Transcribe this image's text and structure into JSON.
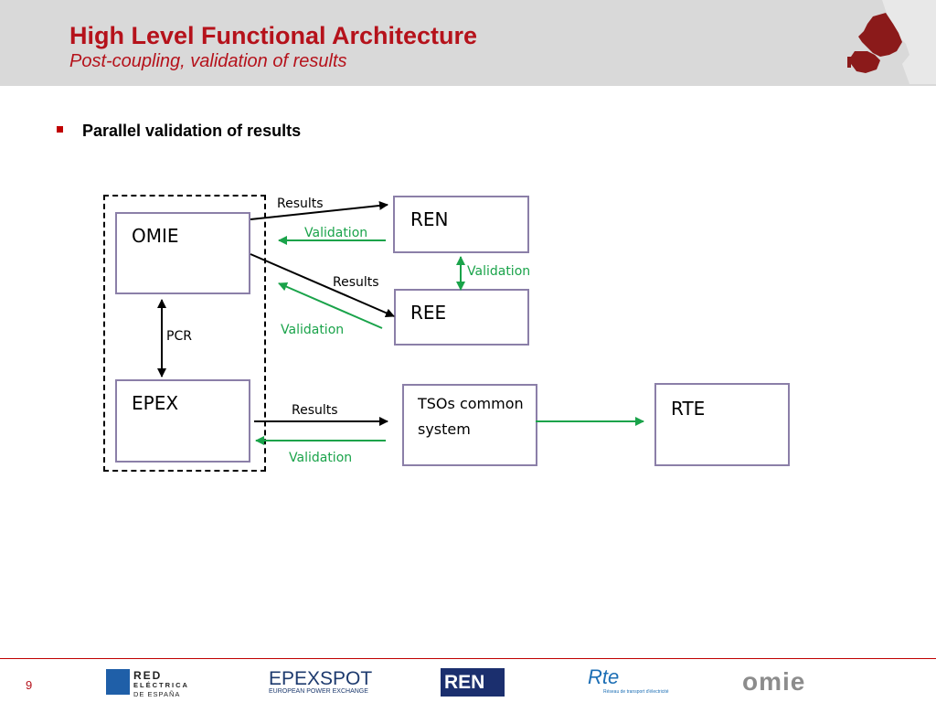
{
  "header": {
    "title": "High Level Functional Architecture",
    "subtitle": "Post-coupling, validation of results"
  },
  "bullet": {
    "text": "Parallel validation of results"
  },
  "diagram": {
    "boxes": {
      "omie": "OMIE",
      "epex": "EPEX",
      "ren": "REN",
      "ree": "REE",
      "tsos_line1": "TSOs common",
      "tsos_line2": "system",
      "rte": "RTE"
    },
    "labels": {
      "results_ren": "Results",
      "validation_ren": "Validation",
      "validation_ren_ree": "Validation",
      "results_ree": "Results",
      "validation_ree": "Validation",
      "pcr": "PCR",
      "results_tsos": "Results",
      "validation_tsos": "Validation"
    },
    "colors": {
      "box_border": "#8b7fa8",
      "black_arrow": "#000000",
      "green_arrow": "#1aa34a"
    }
  },
  "footer": {
    "page_number": "9",
    "logos": {
      "red_electrica_line1": "RED",
      "red_electrica_line2": "ELÉCTRICA",
      "red_electrica_line3": "DE ESPAÑA",
      "epex_spot": "EPEXSPOT",
      "epex_spot_sub": "EUROPEAN POWER EXCHANGE",
      "ren": "REN",
      "rte": "Rte",
      "rte_sub": "Réseau de transport d'électricité",
      "omie": "omie"
    }
  }
}
